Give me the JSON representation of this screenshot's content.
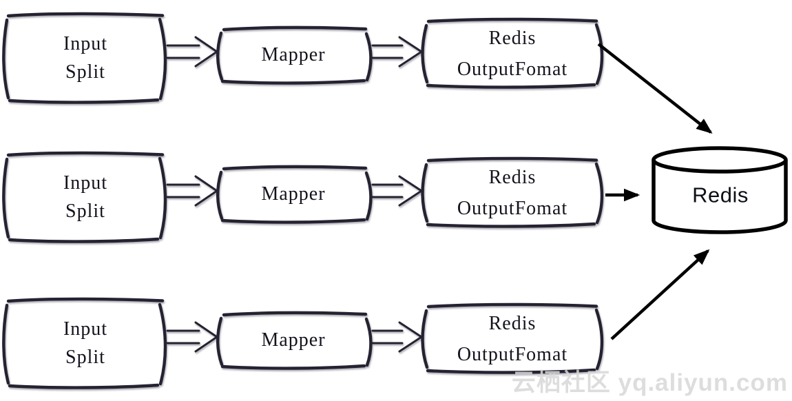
{
  "rows": [
    {
      "source_line1": "Input",
      "source_line2": "Split",
      "mapper_label": "Mapper",
      "output_line1": "Redis",
      "output_line2": "OutputFomat"
    },
    {
      "source_line1": "Input",
      "source_line2": "Split",
      "mapper_label": "Mapper",
      "output_line1": "Redis",
      "output_line2": "OutputFomat"
    },
    {
      "source_line1": "Input",
      "source_line2": "Split",
      "mapper_label": "Mapper",
      "output_line1": "Redis",
      "output_line2": "OutputFomat"
    }
  ],
  "database_label": "Redis",
  "watermark_text": "云栖社区 yq.aliyun.com",
  "colors": {
    "sketch_stroke": "#262330",
    "solid_arrow": "#000000",
    "box_text": "#15121c",
    "database_text": "#0c1016",
    "watermark": "#d8d8d8",
    "background": "#ffffff"
  }
}
